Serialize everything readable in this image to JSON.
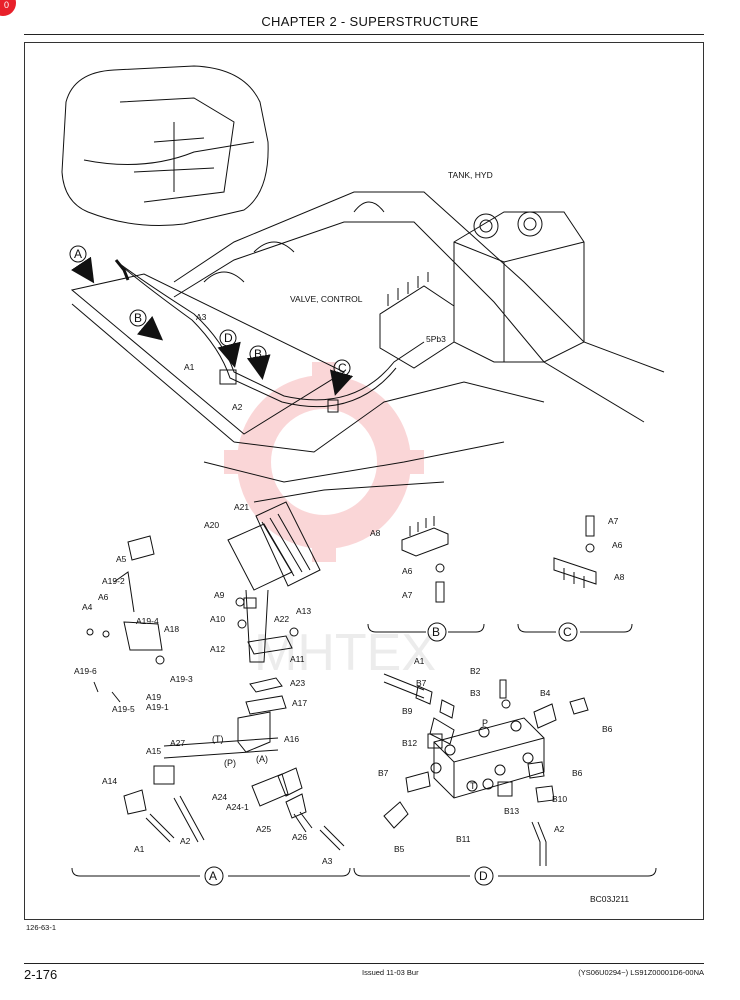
{
  "header": {
    "chapter_title": "CHAPTER 2 - SUPERSTRUCTURE"
  },
  "figure": {
    "callouts": {
      "tank": "TANK, HYD",
      "valve": "VALVE, CONTROL",
      "pb3": "5Pb3",
      "code": "BC03J211"
    },
    "arrows": [
      "A",
      "B",
      "D",
      "B",
      "C"
    ],
    "sections": {
      "a": "A",
      "b": "B",
      "c": "C",
      "d": "D"
    },
    "port_letters": {
      "t": "(T)",
      "p": "(P)",
      "a": "(A)",
      "pp": "P",
      "tt": "T"
    },
    "labels_a": [
      "A1",
      "A2",
      "A3",
      "A4",
      "A5",
      "A6",
      "A9",
      "A10",
      "A11",
      "A12",
      "A13",
      "A14",
      "A15",
      "A16",
      "A17",
      "A18",
      "A19",
      "A19-1",
      "A19-2",
      "A19-3",
      "A19-4",
      "A19-5",
      "A19-6",
      "A20",
      "A21",
      "A22",
      "A23",
      "A24",
      "A24-1",
      "A25",
      "A26",
      "A27",
      "A1",
      "A2",
      "A3"
    ],
    "labels_b": [
      "A8",
      "A6",
      "A7"
    ],
    "labels_c": [
      "A7",
      "A6",
      "A8"
    ],
    "labels_d": [
      "A1",
      "B2",
      "B3",
      "B4",
      "B5",
      "B6",
      "B6",
      "B7",
      "B7",
      "B9",
      "B10",
      "B11",
      "B12",
      "B13",
      "A2"
    ]
  },
  "footer": {
    "ref_code": "126-63-1",
    "page_number": "2-176",
    "issued": "Issued 11-03   Bur",
    "doc_number": "(YS06U0294~)   LS91Z00001D6-00NA"
  },
  "badge": {
    "text": "0"
  }
}
